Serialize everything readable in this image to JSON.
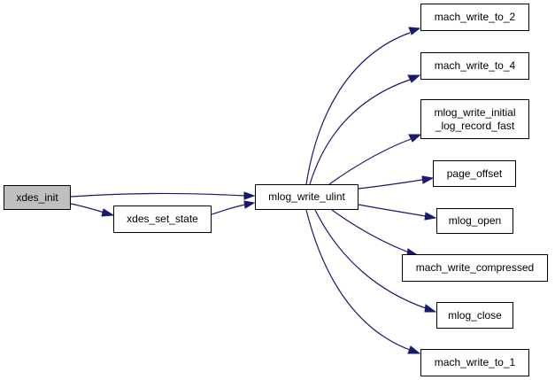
{
  "graph": {
    "root": "xdes_init",
    "nodes": {
      "xdes_init": "xdes_init",
      "xdes_set_state": "xdes_set_state",
      "mlog_write_ulint": "mlog_write_ulint",
      "mach_write_to_2": "mach_write_to_2",
      "mach_write_to_4": "mach_write_to_4",
      "mlog_write_initial_log_record_fast": "mlog_write_initial\n_log_record_fast",
      "page_offset": "page_offset",
      "mlog_open": "mlog_open",
      "mach_write_compressed": "mach_write_compressed",
      "mlog_close": "mlog_close",
      "mach_write_to_1": "mach_write_to_1"
    },
    "edges": [
      [
        "xdes_init",
        "mlog_write_ulint"
      ],
      [
        "xdes_init",
        "xdes_set_state"
      ],
      [
        "xdes_set_state",
        "mlog_write_ulint"
      ],
      [
        "mlog_write_ulint",
        "mach_write_to_2"
      ],
      [
        "mlog_write_ulint",
        "mach_write_to_4"
      ],
      [
        "mlog_write_ulint",
        "mlog_write_initial_log_record_fast"
      ],
      [
        "mlog_write_ulint",
        "page_offset"
      ],
      [
        "mlog_write_ulint",
        "mlog_open"
      ],
      [
        "mlog_write_ulint",
        "mach_write_compressed"
      ],
      [
        "mlog_write_ulint",
        "mlog_close"
      ],
      [
        "mlog_write_ulint",
        "mach_write_to_1"
      ]
    ],
    "colors": {
      "edge": "#191970",
      "root_fill": "#bfbfbf",
      "node_fill": "#ffffff",
      "node_border": "#000000"
    }
  }
}
